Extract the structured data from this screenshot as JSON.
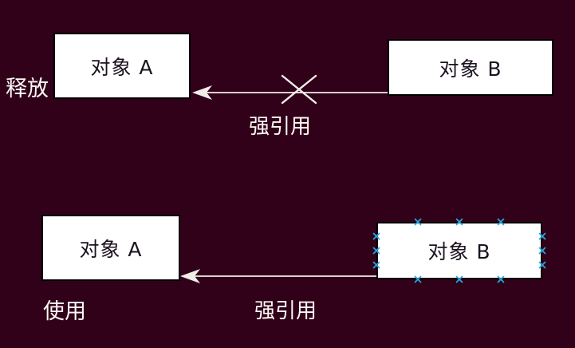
{
  "colors": {
    "background": "#31011a",
    "box_fill": "#ffffff",
    "box_border": "#000000",
    "line": "#f2ece7",
    "label_text": "#fdf9f5",
    "box_text": "#1c1220",
    "connection_point": "#29a9e1"
  },
  "top_diagram": {
    "object_a": "对象 A",
    "object_b": "对象 B",
    "action_label": "释放",
    "edge_label": "强引用"
  },
  "bottom_diagram": {
    "object_a": "对象 A",
    "object_b": "对象 B",
    "action_label": "使用",
    "edge_label": "强引用"
  }
}
